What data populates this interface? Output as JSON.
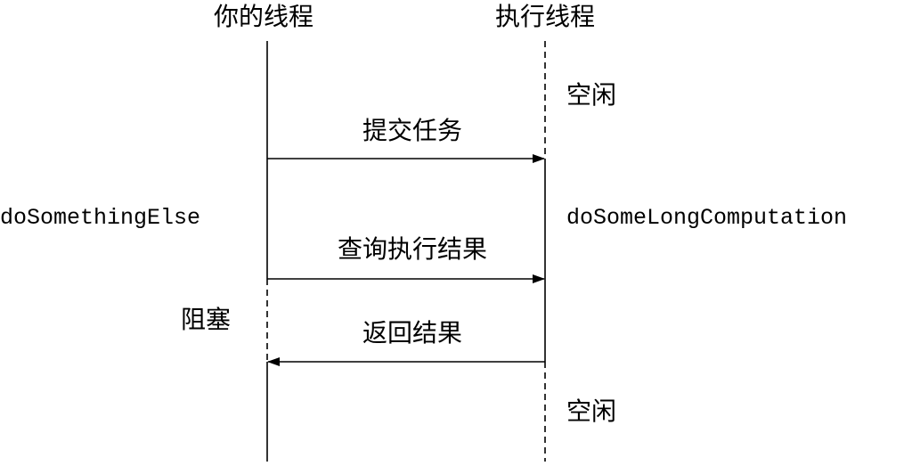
{
  "lanes": {
    "left": {
      "title": "你的线程"
    },
    "right": {
      "title": "执行线程"
    }
  },
  "messages": {
    "submit": {
      "label": "提交任务",
      "direction": "left-to-right"
    },
    "query": {
      "label": "查询执行结果",
      "direction": "left-to-right"
    },
    "result": {
      "label": "返回结果",
      "direction": "right-to-left"
    }
  },
  "notes": {
    "left_activity": "doSomethingElse",
    "left_blocked": "阻塞",
    "right_idle_top": "空闲",
    "right_activity": "doSomeLongComputation",
    "right_idle_bottom": "空闲"
  },
  "line_styles": {
    "left": [
      "solid",
      "dashed",
      "solid"
    ],
    "right": [
      "dashed",
      "solid",
      "dashed"
    ]
  },
  "colors": {
    "background": "#ffffff",
    "ink": "#000000"
  }
}
